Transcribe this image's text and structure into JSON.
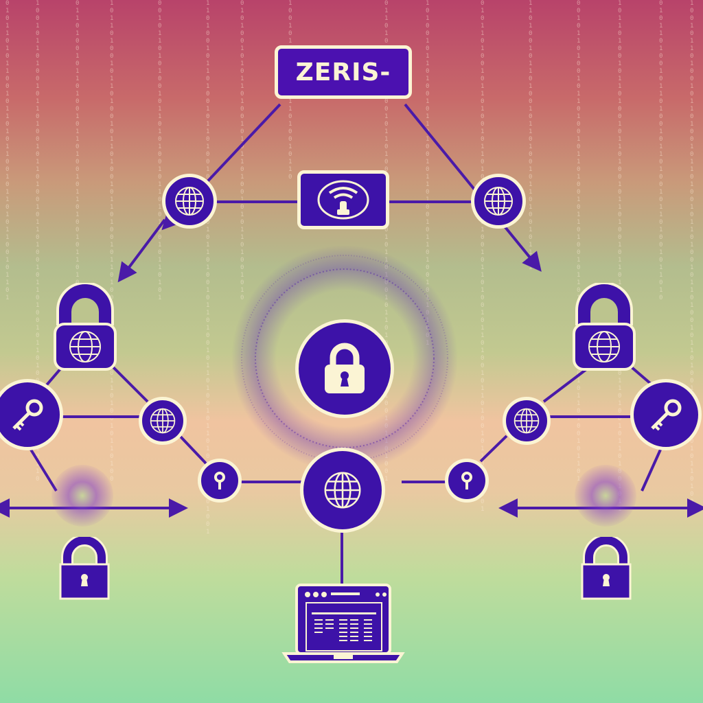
{
  "diagram": {
    "title_label": "ZERIS-",
    "nodes": [
      {
        "id": "title",
        "type": "label-box",
        "label": "ZERIS-"
      },
      {
        "id": "wifi-hub",
        "type": "router-box",
        "icon": "wifi-lock-icon"
      },
      {
        "id": "globe-top-left",
        "type": "circle",
        "icon": "globe-icon"
      },
      {
        "id": "globe-top-right",
        "type": "circle",
        "icon": "globe-icon"
      },
      {
        "id": "padlock-globe-left",
        "type": "padlock",
        "icon": "globe-icon"
      },
      {
        "id": "padlock-globe-right",
        "type": "padlock",
        "icon": "globe-icon"
      },
      {
        "id": "key-left",
        "type": "circle",
        "icon": "key-icon"
      },
      {
        "id": "key-right",
        "type": "circle",
        "icon": "key-icon"
      },
      {
        "id": "globe-mid-left",
        "type": "circle",
        "icon": "globe-icon"
      },
      {
        "id": "globe-mid-right",
        "type": "circle",
        "icon": "globe-icon"
      },
      {
        "id": "keyhole-left",
        "type": "circle",
        "icon": "keyhole-icon"
      },
      {
        "id": "keyhole-right",
        "type": "circle",
        "icon": "keyhole-icon"
      },
      {
        "id": "central-lock",
        "type": "circle",
        "icon": "padlock-icon"
      },
      {
        "id": "globe-bottom-center",
        "type": "circle",
        "icon": "globe-icon"
      },
      {
        "id": "padlock-bottom-left",
        "type": "padlock",
        "icon": "keyhole-icon"
      },
      {
        "id": "padlock-bottom-right",
        "type": "padlock",
        "icon": "keyhole-icon"
      },
      {
        "id": "laptop",
        "type": "laptop",
        "icon": "laptop-icon"
      }
    ],
    "colors": {
      "node_fill": "#3d12a8",
      "node_border": "#fbf4d4",
      "line": "#4a1aa8",
      "background_top": "#b8436a",
      "background_mid": "#f0c4a0",
      "background_bottom": "#8fdca5"
    }
  }
}
